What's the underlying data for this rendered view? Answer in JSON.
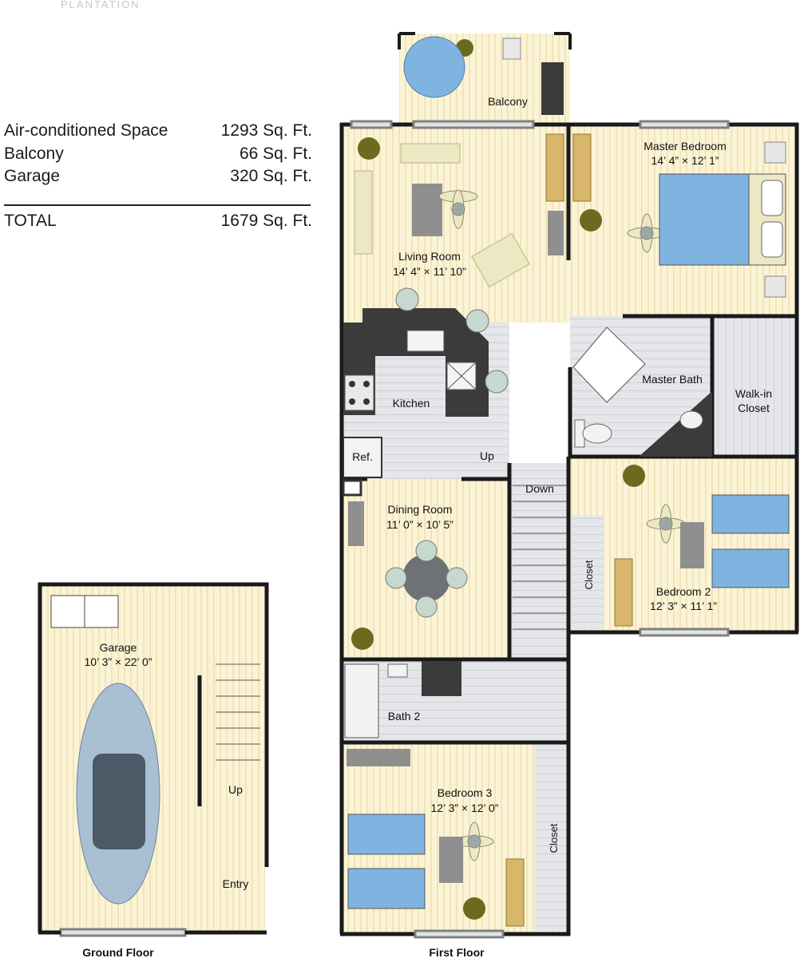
{
  "brand": "PLANTATION",
  "areas": [
    {
      "label": "Air-conditioned Space",
      "value": "1293 Sq. Ft."
    },
    {
      "label": "Balcony",
      "value": "66 Sq. Ft."
    },
    {
      "label": "Garage",
      "value": "320 Sq. Ft."
    }
  ],
  "total": {
    "label": "TOTAL",
    "value": "1679 Sq. Ft."
  },
  "rooms": {
    "balcony": {
      "name": "Balcony"
    },
    "master_bedroom": {
      "name": "Master Bedroom",
      "dims": "14’ 4” × 12’ 1”"
    },
    "living_room": {
      "name": "Living Room",
      "dims": "14’ 4” × 11’ 10”"
    },
    "kitchen": {
      "name": "Kitchen"
    },
    "ref": {
      "name": "Ref."
    },
    "master_bath": {
      "name": "Master Bath"
    },
    "walk_in_closet": {
      "name": "Walk-in",
      "name2": "Closet"
    },
    "up": {
      "name": "Up"
    },
    "down": {
      "name": "Down"
    },
    "dining_room": {
      "name": "Dining Room",
      "dims": "11’ 0” × 10’ 5”"
    },
    "bedroom2": {
      "name": "Bedroom 2",
      "dims": "12’ 3” × 11’ 1”"
    },
    "closet_b2": {
      "name": "Closet"
    },
    "bath2": {
      "name": "Bath 2"
    },
    "bedroom3": {
      "name": "Bedroom 3",
      "dims": "12’ 3” × 12’ 0”"
    },
    "closet_b3": {
      "name": "Closet"
    },
    "garage": {
      "name": "Garage",
      "dims": "10’ 3” × 22’ 0”"
    },
    "garage_up": {
      "name": "Up"
    },
    "entry": {
      "name": "Entry"
    }
  },
  "captions": {
    "ground_floor": "Ground Floor",
    "first_floor": "First Floor"
  },
  "colors": {
    "wall": "#1a1a1a",
    "floor": "#fbf3d6",
    "floor_line": "#e9d9a3",
    "tile": "#dfe1e4",
    "bed": "#7fb3e0",
    "counter": "#3b3b3c",
    "plant": "#6b6a1f",
    "furniture": "#ece8c4"
  }
}
